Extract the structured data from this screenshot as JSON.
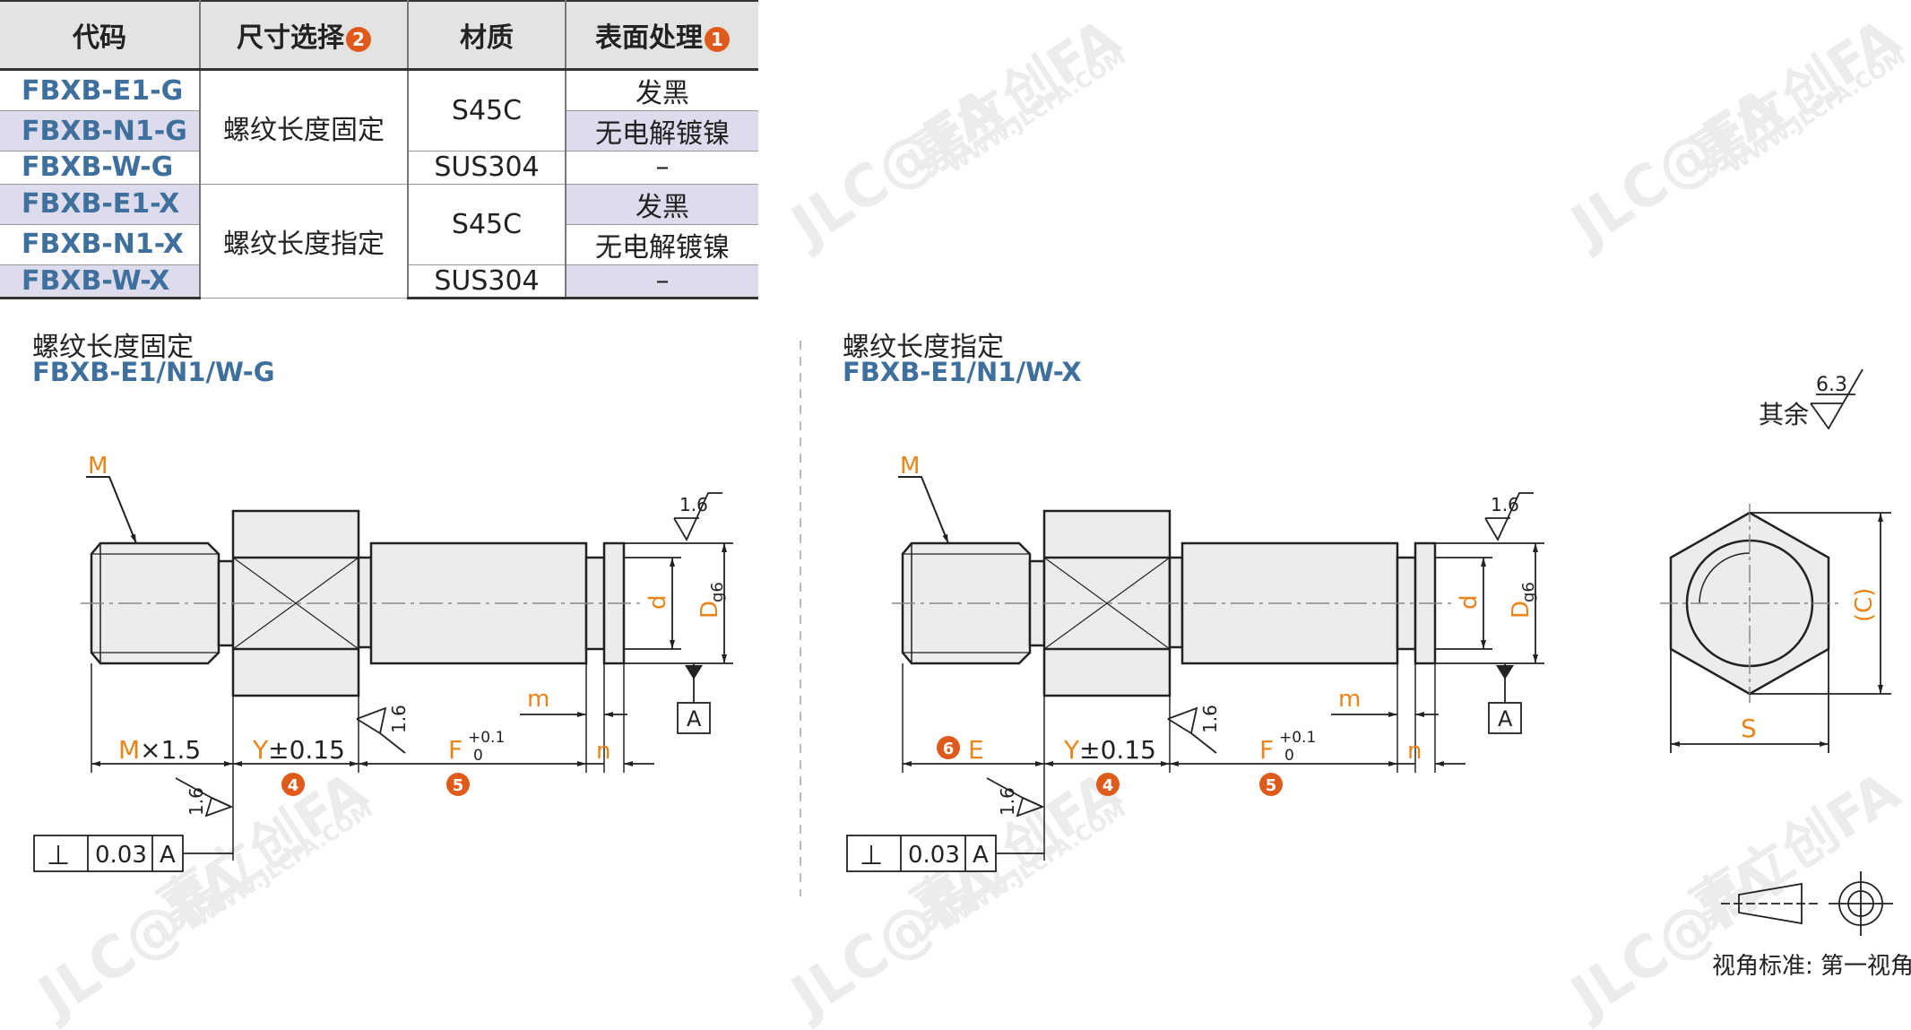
{
  "table": {
    "headers": [
      {
        "label": "代码",
        "badge": ""
      },
      {
        "label": "尺寸选择",
        "badge": "2"
      },
      {
        "label": "材质",
        "badge": ""
      },
      {
        "label": "表面处理",
        "badge": "1"
      }
    ],
    "rows": [
      {
        "code": "FBXB-E1-G",
        "finish": "发黑"
      },
      {
        "code": "FBXB-N1-G",
        "finish": "无电解镀镍"
      },
      {
        "code": "FBXB-W-G",
        "finish": "–"
      },
      {
        "code": "FBXB-E1-X",
        "finish": "发黑"
      },
      {
        "code": "FBXB-N1-X",
        "finish": "无电解镀镍"
      },
      {
        "code": "FBXB-W-X",
        "finish": "–"
      }
    ],
    "size_fixed": "螺纹长度固定",
    "size_specified": "螺纹长度指定",
    "mat_s45c": "S45C",
    "mat_sus304": "SUS304"
  },
  "left_section": {
    "title": "螺纹长度固定",
    "codes": "FBXB-E1/N1/W-G"
  },
  "right_section": {
    "title": "螺纹长度指定",
    "codes": "FBXB-E1/N1/W-X"
  },
  "drawing": {
    "label_M": "M",
    "label_d": "d",
    "label_D": "D",
    "label_D_sub": "g6",
    "label_m": "m",
    "label_n": "n",
    "label_F": "F",
    "label_F_upper": "+0.1",
    "label_F_lower": "0",
    "label_Mx15_M": "M",
    "label_Mx15_rest": "×1.5",
    "label_Y": "Y",
    "label_Y_tol": "±0.15",
    "label_E": "E",
    "label_C": "(C)",
    "label_S": "S",
    "datum_A": "A",
    "roughness_fine": "1.6",
    "roughness_general": "6.3",
    "other_note": "其余",
    "tol_symbol": "⊥",
    "tol_value": "0.03",
    "tol_datum": "A",
    "badge_4": "4",
    "badge_5": "5",
    "badge_6": "6"
  },
  "view_standard": "视角标准: 第一视角",
  "watermark": {
    "logo": "JLC@FA",
    "cn": "嘉立创FA",
    "url": "WWW.JLCFA.COM"
  },
  "colors": {
    "accent_orange": "#e8841a",
    "badge_red": "#e05a1c",
    "code_blue": "#3f6f9c",
    "highlight": "#dcdcec"
  }
}
